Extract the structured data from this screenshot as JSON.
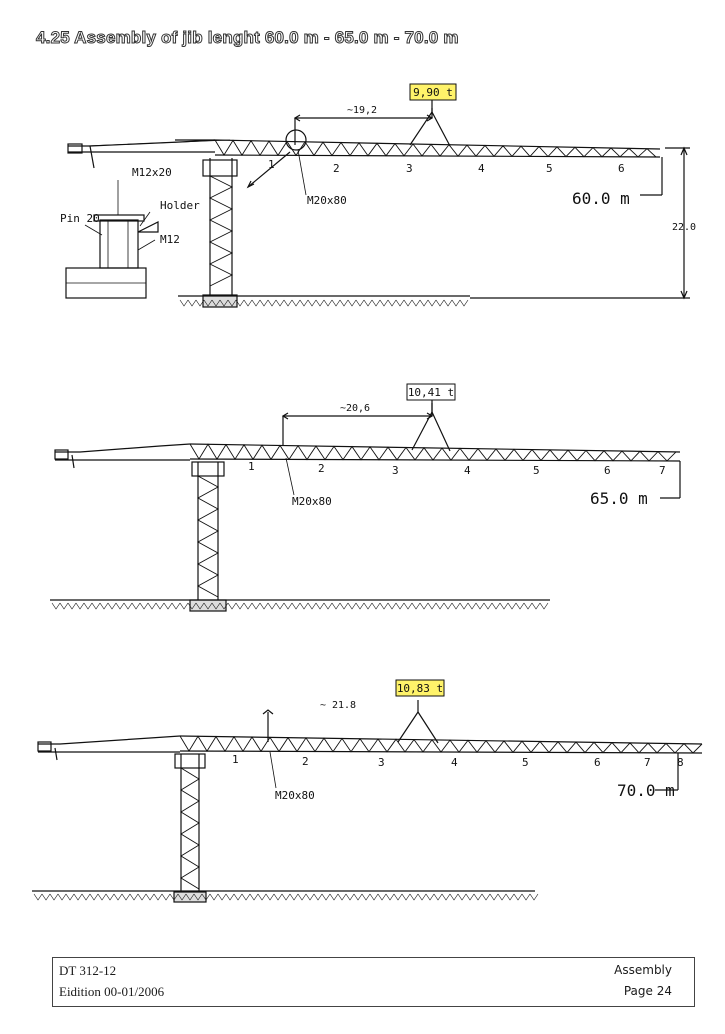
{
  "title": "4.25 Assembly of jib lenght 60.0 m - 65.0 m - 70.0 m",
  "colors": {
    "highlight": "#fff36a",
    "ink": "#111111"
  },
  "diagrams": [
    {
      "load": "9,90 t",
      "load_highlighted": true,
      "distance": "~19,2",
      "sections": [
        "1",
        "2",
        "3",
        "4",
        "5",
        "6"
      ],
      "length": "60.0 m",
      "height": "22.0",
      "bolt": "M20x80",
      "labels": {
        "m12x20": "M12x20",
        "pin": "Pin 20",
        "holder": "Holder",
        "m12": "M12"
      }
    },
    {
      "load": "10,41 t",
      "load_highlighted": false,
      "distance": "~20,6",
      "sections": [
        "1",
        "2",
        "3",
        "4",
        "5",
        "6",
        "7"
      ],
      "length": "65.0 m",
      "bolt": "M20x80"
    },
    {
      "load": "10,83 t",
      "load_highlighted": true,
      "distance": "~ 21.8",
      "sections": [
        "1",
        "2",
        "3",
        "4",
        "5",
        "6",
        "7",
        "8"
      ],
      "length": "70.0 m",
      "bolt": "M20x80"
    }
  ],
  "footer": {
    "doc_id": "DT 312-12",
    "edition": "Eidition 00-01/2006",
    "section": "Assembly",
    "page": "Page 24"
  }
}
